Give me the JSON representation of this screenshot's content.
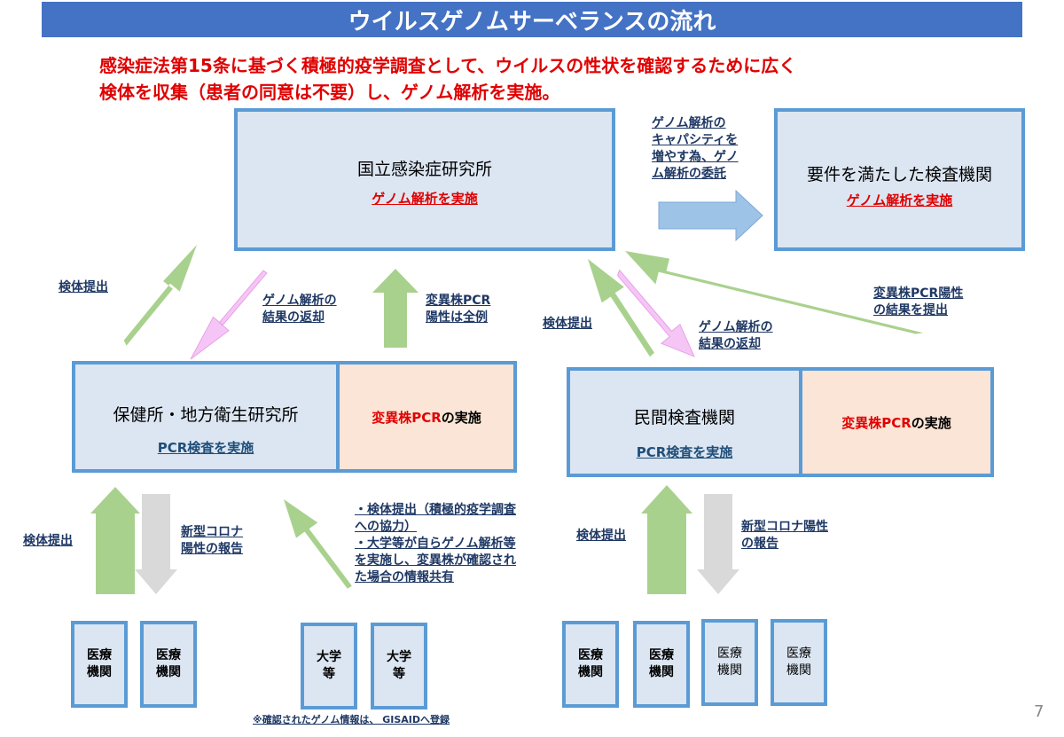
{
  "title": "ウイルスゲノムサーベランスの流れ",
  "intro": {
    "line1": "感染症法第15条に基づく積極的疫学調査として、ウイルスの性状を確認するために広く",
    "line2": "検体を収集（患者の同意は不要）し、ゲノム解析を実施。"
  },
  "niid": {
    "name": "国立感染症研究所",
    "task": "ゲノム解析を実施"
  },
  "qualified_lab": {
    "name": "要件を満たした検査機関",
    "task": "ゲノム解析を実施"
  },
  "public_health": {
    "name": "保健所・地方衛生研究所",
    "task": "PCR検査を実施"
  },
  "public_health_variant": {
    "label_red": "変異株PCR",
    "label_black": "の実施"
  },
  "private_lab": {
    "name": "民間検査機関",
    "task": "PCR検査を実施"
  },
  "private_lab_variant": {
    "label_red": "変異株PCR",
    "label_black": "の実施"
  },
  "labels": {
    "outsource": [
      "ゲノム解析の",
      "キャパシティを",
      "増やす為、ゲノ",
      "ム解析の委託"
    ],
    "submit_left": "検体提出",
    "return_left": [
      "ゲノム解析の",
      "結果の返却"
    ],
    "variant_all": [
      "変異株PCR",
      "陽性は全例"
    ],
    "submit_right": "検体提出",
    "return_right": [
      "ゲノム解析の",
      "結果の返却"
    ],
    "variant_results": [
      "変異株PCR陽性",
      "の結果を提出"
    ],
    "submit_bottom_left": "検体提出",
    "report_left": [
      "新型コロナ",
      "陽性の報告"
    ],
    "university_notes": [
      "・検体提出（積極的疫学調査",
      "への協力）",
      "・大学等が自らゲノム解析等",
      "を実施し、変異株が確認され",
      "た場合の情報共有"
    ],
    "submit_bottom_right": "検体提出",
    "report_right": [
      "新型コロナ陽性",
      "の報告"
    ]
  },
  "medical": [
    "医療",
    "機関"
  ],
  "university": [
    "大学",
    "等"
  ],
  "footnote": "※確認されたゲノム情報は、 GISAIDへ登録",
  "page_number": "7",
  "colors": {
    "green": "#a9d18e",
    "pink": "#f5c6f5",
    "gray": "#d9d9d9",
    "blue_arrow": "#9dc3e6",
    "box_border": "#5b9bd5"
  }
}
